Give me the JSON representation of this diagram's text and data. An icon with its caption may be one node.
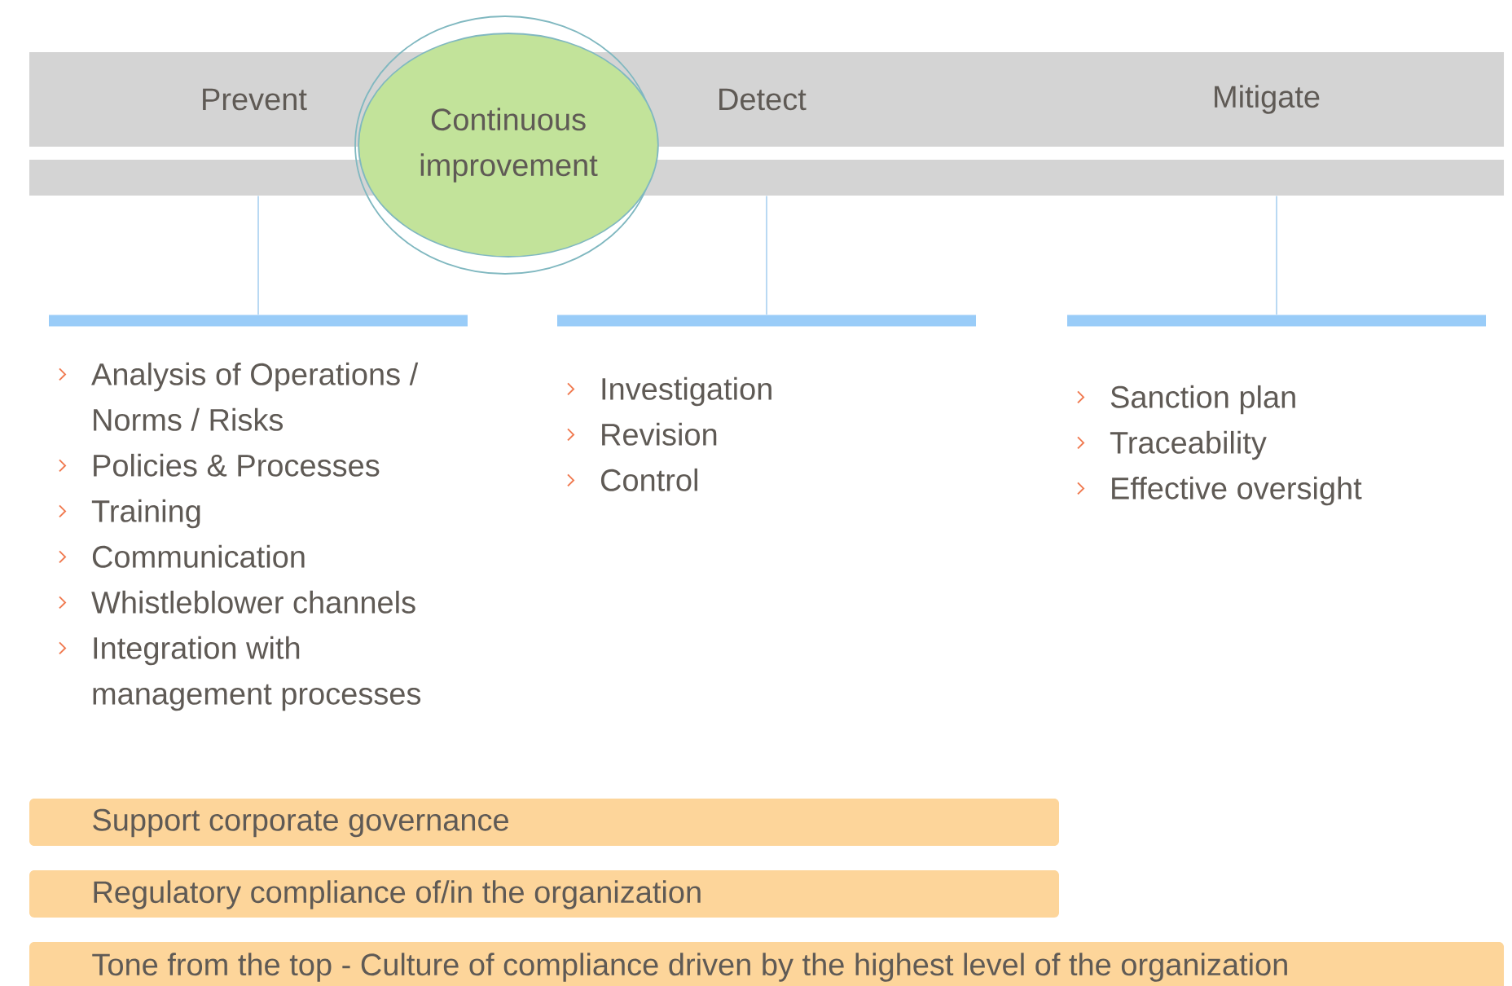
{
  "diagram": {
    "nodes": [
      {
        "text": [
          "Prevent"
        ]
      },
      {
        "text": [
          "Continuous improvement"
        ]
      },
      {
        "text": [
          "Detect"
        ]
      },
      {
        "text": [
          "Mitigate"
        ]
      },
      {
        "text": [
          "Analysis of Operations / Norms / Risks",
          "Policies & Processes",
          "Training",
          "Communication",
          "Whistleblower channels",
          "Integration with management processes"
        ]
      },
      {
        "text": [
          "Investigation",
          "Revision",
          "Control"
        ]
      },
      {
        "text": [
          "Sanction plan",
          "Traceability",
          "Effective oversight"
        ]
      },
      {
        "text": [
          "Support corporate governance"
        ]
      },
      {
        "text": [
          "Regulatory compliance of/in the organization"
        ]
      },
      {
        "text": [
          "Tone from the top - Culture of compliance driven by the highest level of the organization"
        ]
      }
    ],
    "edges": [
      {
        "from": 0,
        "to": 4,
        "arrow": "none"
      },
      {
        "from": 2,
        "to": 5,
        "arrow": "none"
      },
      {
        "from": 3,
        "to": 6,
        "arrow": "none"
      }
    ]
  }
}
